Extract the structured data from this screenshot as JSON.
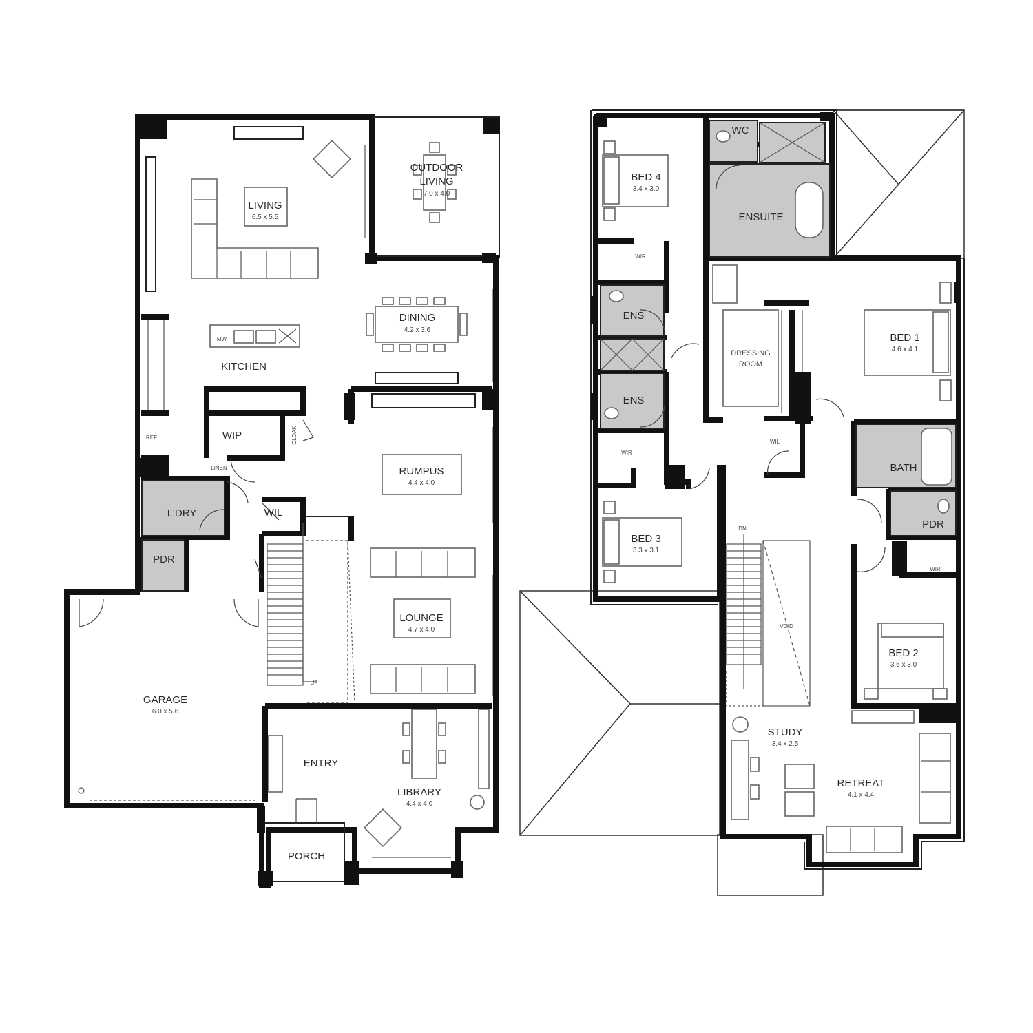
{
  "ground_floor": {
    "rooms": [
      {
        "id": "living",
        "name": "LIVING",
        "size": "6.5 x 5.5"
      },
      {
        "id": "outdoor-living",
        "name": "OUTDOOR LIVING",
        "size": "7.0 x 4.0"
      },
      {
        "id": "dining",
        "name": "DINING",
        "size": "4.2 x 3.6"
      },
      {
        "id": "kitchen",
        "name": "KITCHEN",
        "size": ""
      },
      {
        "id": "wip",
        "name": "WIP",
        "size": ""
      },
      {
        "id": "rumpus",
        "name": "RUMPUS",
        "size": "4.4 x 4.0"
      },
      {
        "id": "laundry",
        "name": "L'DRY",
        "size": ""
      },
      {
        "id": "wil",
        "name": "WIL",
        "size": ""
      },
      {
        "id": "pdr",
        "name": "PDR",
        "size": ""
      },
      {
        "id": "lounge",
        "name": "LOUNGE",
        "size": "4.7 x 4.0"
      },
      {
        "id": "garage",
        "name": "GARAGE",
        "size": "6.0 x 5.6"
      },
      {
        "id": "entry",
        "name": "ENTRY",
        "size": ""
      },
      {
        "id": "library",
        "name": "LIBRARY",
        "size": "4.4 x 4.0"
      },
      {
        "id": "porch",
        "name": "PORCH",
        "size": ""
      }
    ],
    "small_labels": [
      "MW",
      "REF",
      "CLOAK",
      "LINEN",
      "UP"
    ]
  },
  "upper_floor": {
    "rooms": [
      {
        "id": "bed4",
        "name": "BED 4",
        "size": "3.4 x 3.0"
      },
      {
        "id": "wc",
        "name": "WC",
        "size": ""
      },
      {
        "id": "ensuite",
        "name": "ENSUITE",
        "size": ""
      },
      {
        "id": "wir-bed4",
        "name": "WIR",
        "size": ""
      },
      {
        "id": "ens-1",
        "name": "ENS",
        "size": ""
      },
      {
        "id": "dressing-room",
        "name": "DRESSING ROOM",
        "size": ""
      },
      {
        "id": "bed1",
        "name": "BED 1",
        "size": "4.6 x 4.1"
      },
      {
        "id": "ens-2",
        "name": "ENS",
        "size": ""
      },
      {
        "id": "wir-bed3",
        "name": "WIR",
        "size": ""
      },
      {
        "id": "wil",
        "name": "WIL",
        "size": ""
      },
      {
        "id": "bath",
        "name": "BATH",
        "size": ""
      },
      {
        "id": "pdr",
        "name": "PDR",
        "size": ""
      },
      {
        "id": "bed3",
        "name": "BED 3",
        "size": "3.3 x 3.1"
      },
      {
        "id": "wir-bed2",
        "name": "WIR",
        "size": ""
      },
      {
        "id": "bed2",
        "name": "BED 2",
        "size": "3.5 x 3.0"
      },
      {
        "id": "study",
        "name": "STUDY",
        "size": "3.4 x 2.5"
      },
      {
        "id": "retreat",
        "name": "RETREAT",
        "size": "4.1 x 4.4"
      }
    ],
    "small_labels": [
      "DN",
      "VOID"
    ]
  }
}
